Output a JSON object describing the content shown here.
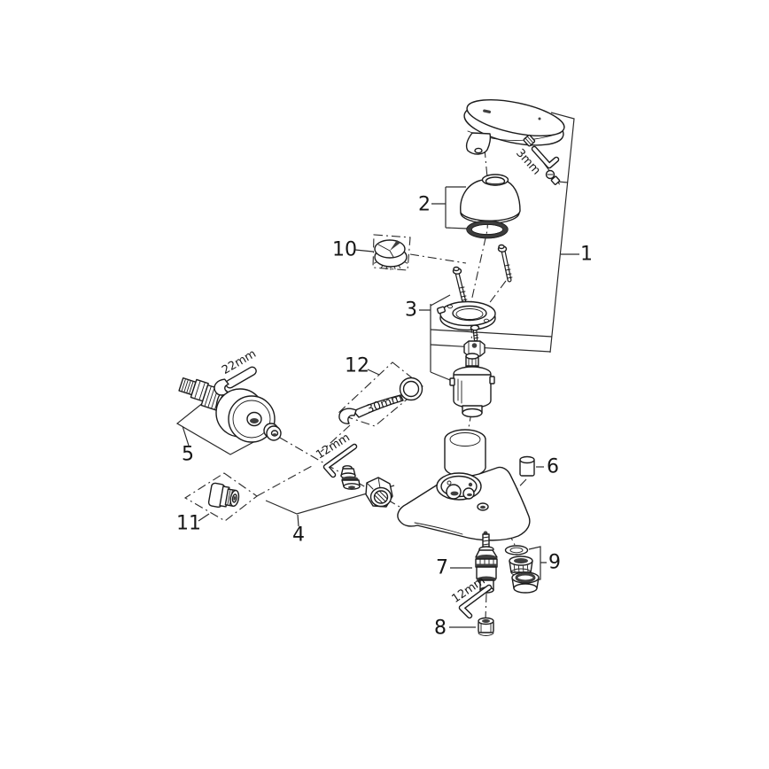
{
  "figure": {
    "colors": {
      "background": "#ffffff",
      "line": "#1c1c1c"
    },
    "callouts": [
      {
        "label": "1"
      },
      {
        "label": "2"
      },
      {
        "label": "3"
      },
      {
        "label": "4"
      },
      {
        "label": "5"
      },
      {
        "label": "6"
      },
      {
        "label": "7"
      },
      {
        "label": "8"
      },
      {
        "label": "9"
      },
      {
        "label": "10"
      },
      {
        "label": "11"
      },
      {
        "label": "12"
      }
    ],
    "tool_sizes": [
      {
        "text": "3mm"
      },
      {
        "text": "22mm"
      },
      {
        "text": "30mm"
      },
      {
        "text": "12mm"
      },
      {
        "text": "12mm"
      }
    ]
  }
}
